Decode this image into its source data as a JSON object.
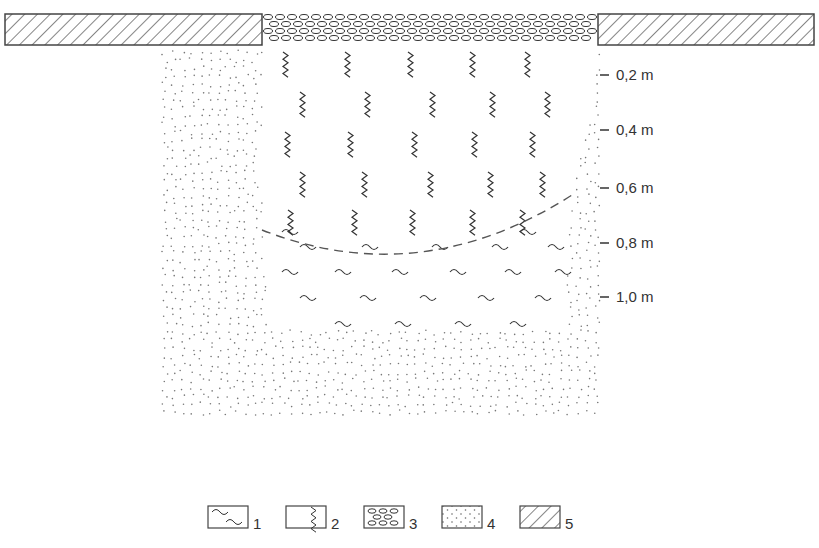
{
  "diagram": {
    "labels": [
      "0,2 m",
      "0,4 m",
      "0,6 m",
      "0,8 m",
      "1,0 m"
    ],
    "legend": [
      {
        "text": "1"
      },
      {
        "text": "2"
      },
      {
        "text": "3"
      },
      {
        "text": "4"
      },
      {
        "text": "5"
      }
    ]
  }
}
